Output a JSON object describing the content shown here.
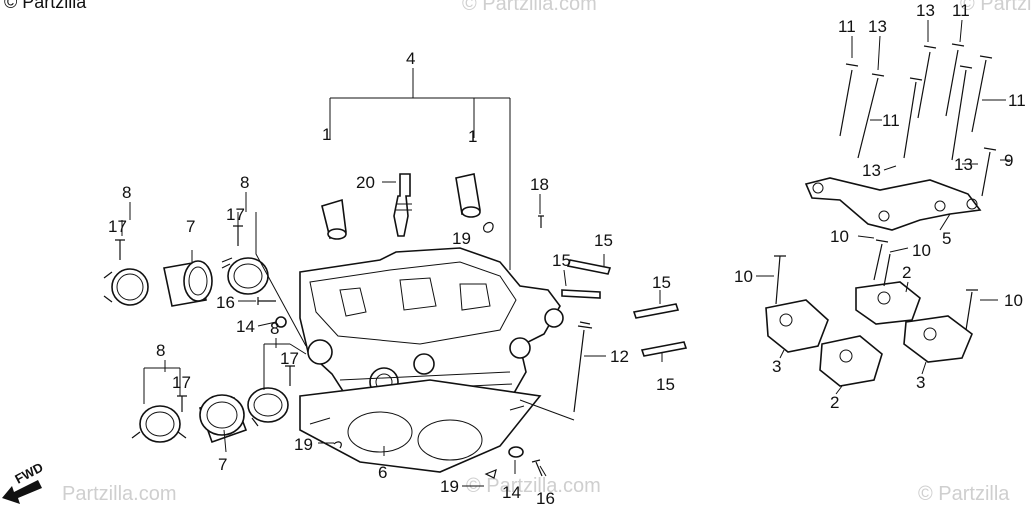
{
  "copyright": "© Partzilla",
  "watermarks": [
    "© Partzilla.com",
    "© Partzilla",
    "Partzilla.com",
    "© Partzilla.com",
    "© Partzilla"
  ],
  "fwd_label": "FWD",
  "callouts": [
    "4",
    "1",
    "1",
    "20",
    "18",
    "19",
    "8",
    "17",
    "7",
    "8",
    "17",
    "16",
    "14",
    "8",
    "8",
    "17",
    "17",
    "19",
    "7",
    "6",
    "19",
    "14",
    "16",
    "15",
    "15",
    "15",
    "12",
    "15",
    "11",
    "13",
    "13",
    "11",
    "11",
    "11",
    "13",
    "13",
    "9",
    "5",
    "10",
    "10",
    "10",
    "2",
    "10",
    "3",
    "3",
    "2"
  ]
}
